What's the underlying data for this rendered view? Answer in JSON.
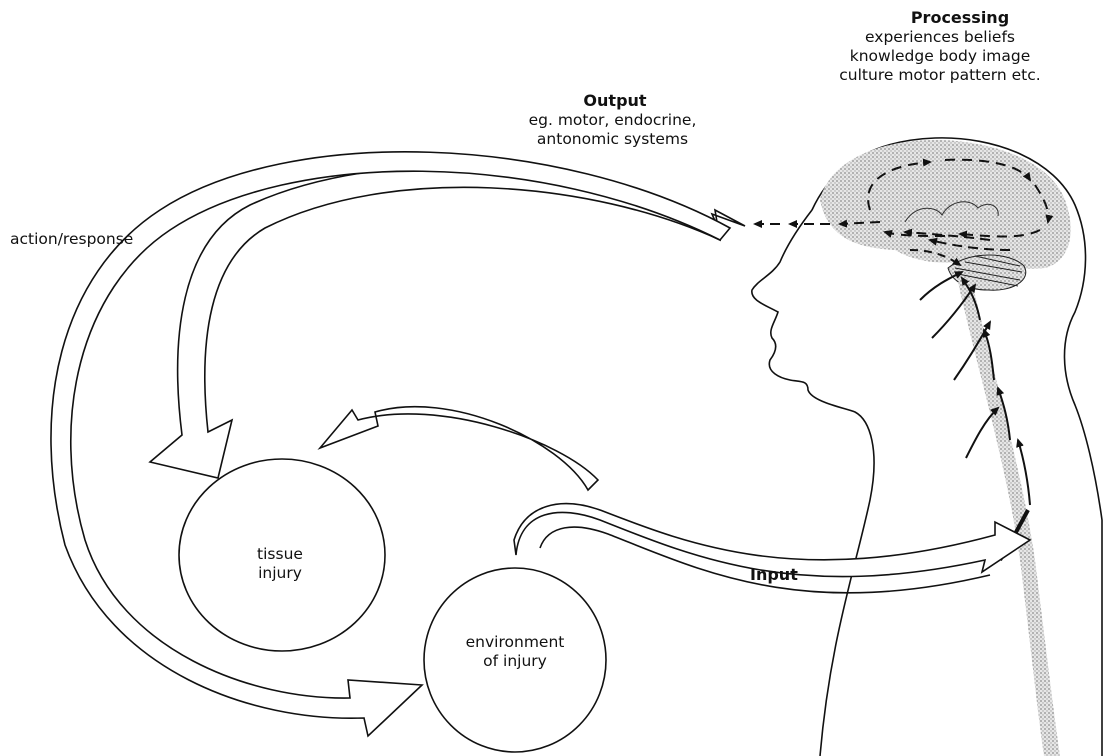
{
  "processing": {
    "title": "Processing",
    "lines": [
      "experiences  beliefs",
      "knowledge  body image",
      "culture  motor pattern etc."
    ]
  },
  "output": {
    "title": "Output",
    "lines": [
      "eg. motor, endocrine,",
      "antonomic systems"
    ]
  },
  "action_response": "action/response",
  "input": "Input",
  "tissue_injury": [
    "tissue",
    "injury"
  ],
  "environment_of_injury": [
    "environment",
    "of injury"
  ],
  "colors": {
    "ink": "#111111",
    "brain_stipple": "#b9b9b9",
    "spine_stipple": "#b7b7b7",
    "background": "#ffffff"
  },
  "icons": [
    "head-silhouette",
    "brain-region",
    "spinal-cord",
    "arrow-icon"
  ]
}
